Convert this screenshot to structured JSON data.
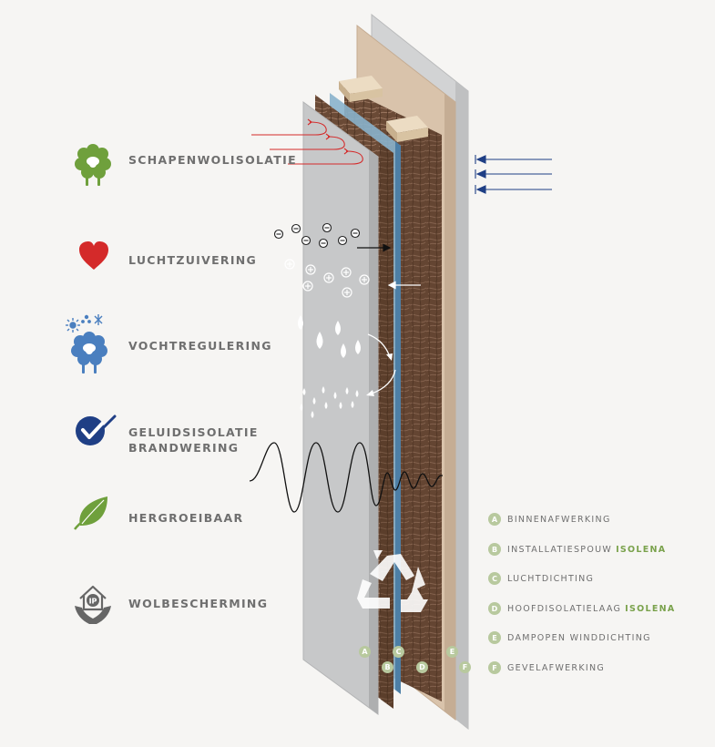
{
  "features": [
    {
      "label": "SCHAPENWOLISOLATIE",
      "icon": "sheep-icon",
      "color": "#6fa03c"
    },
    {
      "label": "LUCHTZUIVERING",
      "icon": "heart-icon",
      "color": "#d42a2a"
    },
    {
      "label": "VOCHTREGULERING",
      "icon": "weather-sheep-icon",
      "color": "#4a7fbf"
    },
    {
      "label": "GELUIDSISOLATIE",
      "label2": "BRANDWERING",
      "icon": "checkmark-seal-icon",
      "color": "#1f3f85"
    },
    {
      "label": "HERGROEIBAAR",
      "icon": "leaf-icon",
      "color": "#6fa03c"
    },
    {
      "label": "WOLBESCHERMING",
      "icon": "house-hands-icon",
      "color": "#666666"
    }
  ],
  "legend": [
    {
      "letter": "A",
      "text": "BINNENAFWERKING",
      "brand": ""
    },
    {
      "letter": "B",
      "text": "INSTALLATIESPOUW",
      "brand": "ISOLENA"
    },
    {
      "letter": "C",
      "text": "LUCHTDICHTING",
      "brand": ""
    },
    {
      "letter": "D",
      "text": "HOOFDISOLATIELAAG",
      "brand": "ISOLENA"
    },
    {
      "letter": "E",
      "text": "DAMPOPEN WINDDICHTING",
      "brand": ""
    },
    {
      "letter": "F",
      "text": "GEVELAFWERKING",
      "brand": ""
    }
  ],
  "wall_badges": [
    "A",
    "B",
    "C",
    "D",
    "E",
    "F"
  ],
  "colors": {
    "text_gray": "#6f6f6f",
    "badge_green": "#b8c99e",
    "brand_green": "#7aa24c",
    "arrow_red": "#d42a2a",
    "arrow_blue": "#1f3f85",
    "insulation_brown": "#6b4a36",
    "board_gray": "#c7c8c9"
  }
}
